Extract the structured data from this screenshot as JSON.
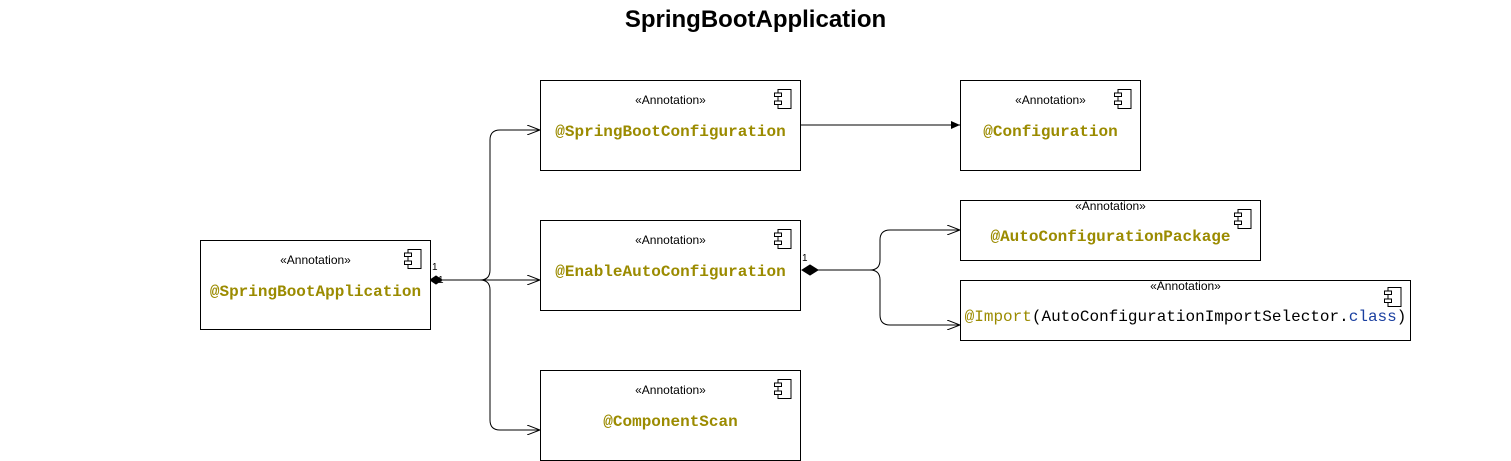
{
  "diagram": {
    "title": "SpringBootApplication",
    "stereotype": "«Annotation»",
    "nodes": {
      "spring_boot_application": "@SpringBootApplication",
      "spring_boot_configuration": "@SpringBootConfiguration",
      "enable_auto_configuration": "@EnableAutoConfiguration",
      "component_scan": "@ComponentScan",
      "configuration": "@Configuration",
      "auto_configuration_package": "@AutoConfigurationPackage",
      "import": {
        "annotation": "@Import",
        "open": "(",
        "argument": "AutoConfigurationImportSelector",
        "dot": ".",
        "keyword": "class",
        "close": ")"
      }
    },
    "multiplicities": {
      "source_1": "1",
      "source_2": "1",
      "enable_auto": "1"
    },
    "colors": {
      "annotation": "#9b8b00",
      "keyword": "#1a3fa0",
      "line": "#000000"
    }
  }
}
